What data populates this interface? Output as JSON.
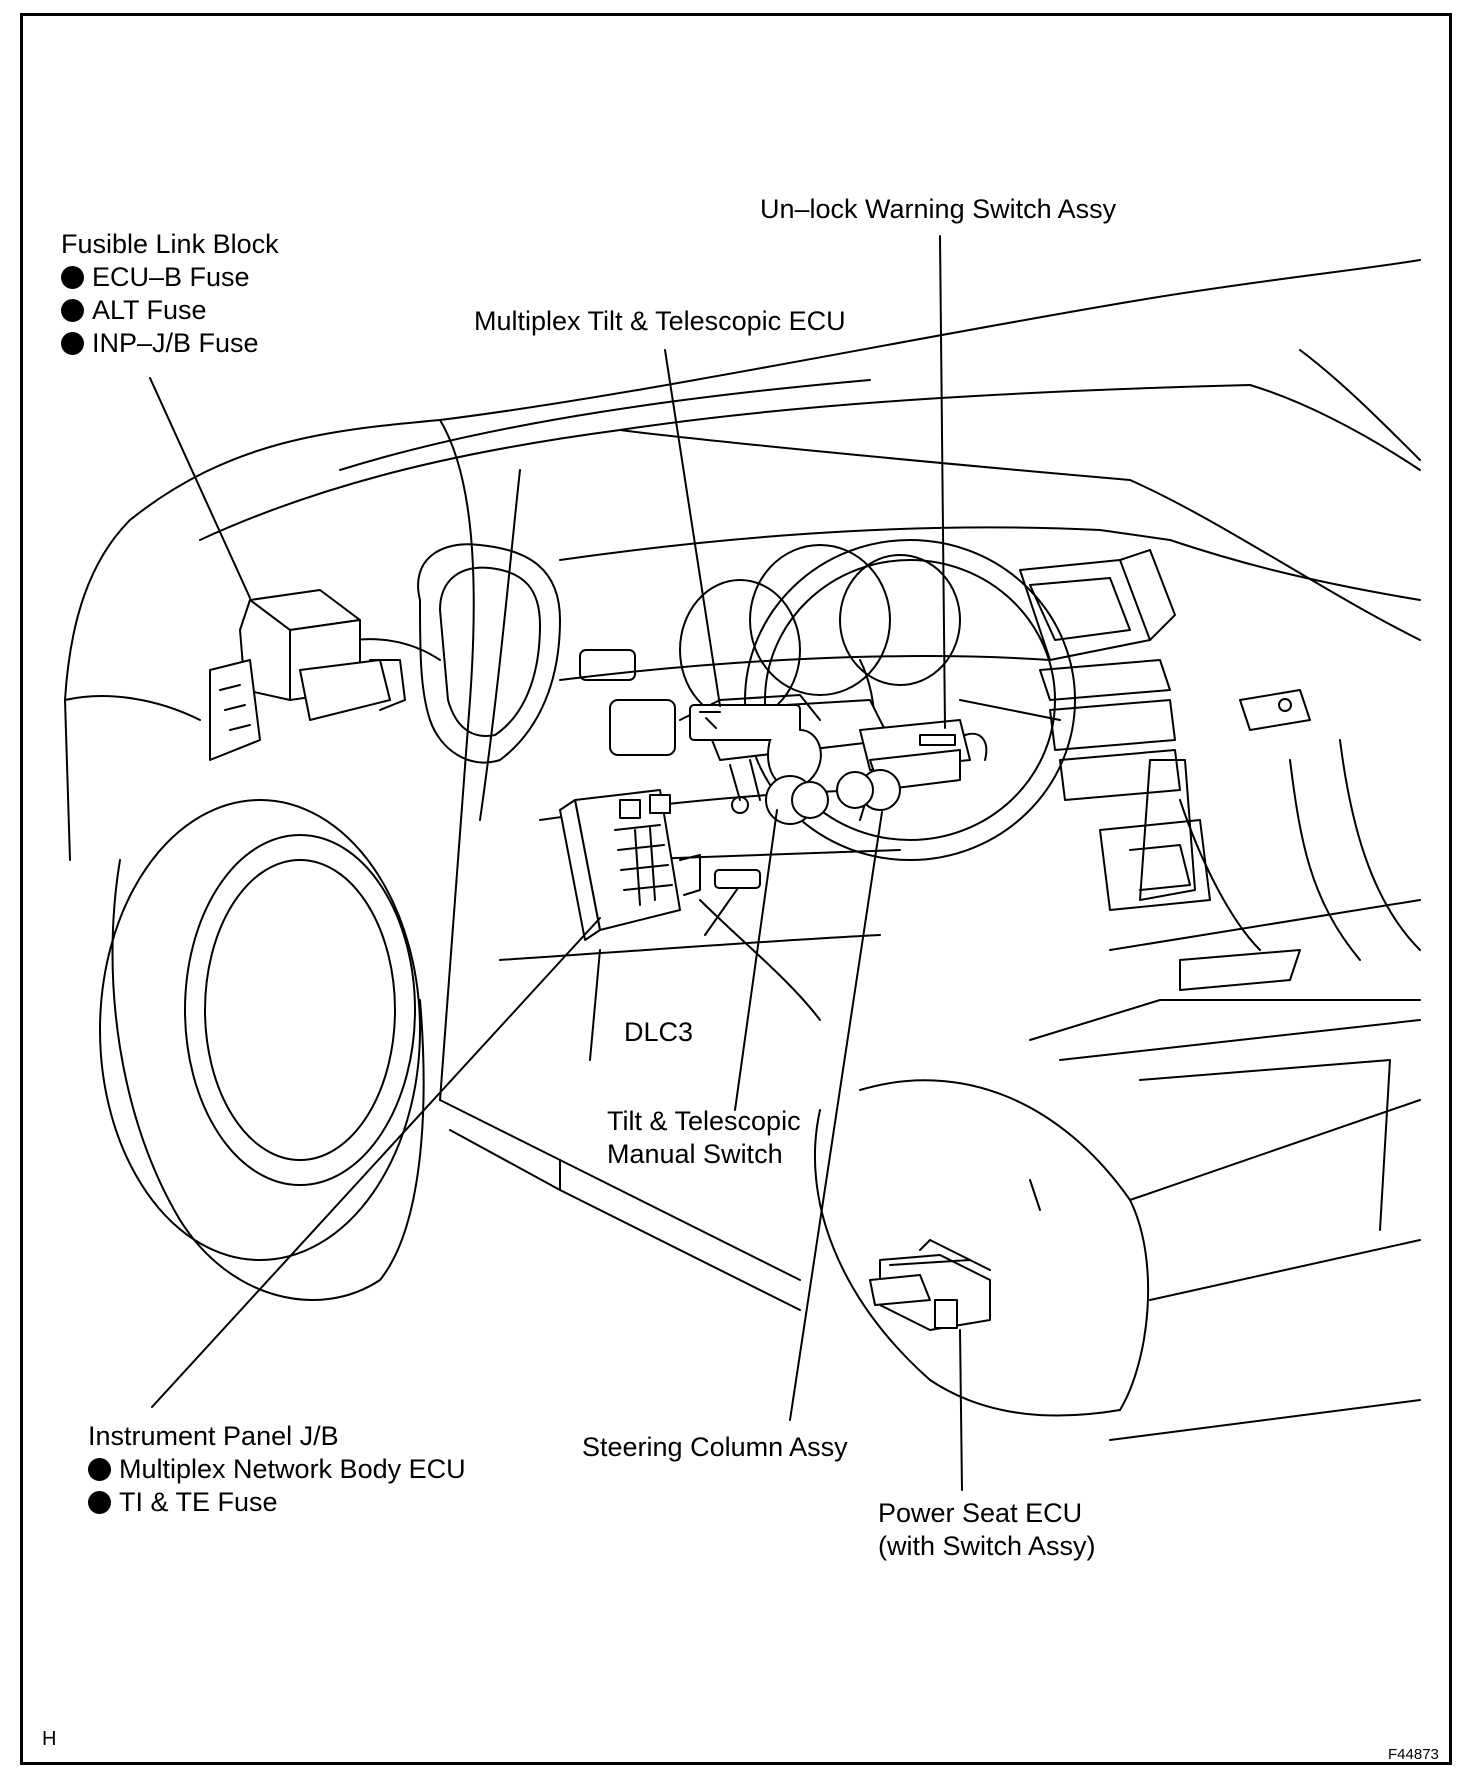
{
  "labels": {
    "fusible_link_block": {
      "title": "Fusible Link Block",
      "items": [
        "ECU–B Fuse",
        "ALT Fuse",
        "INP–J/B Fuse"
      ]
    },
    "unlock_warning_switch": "Un–lock Warning Switch Assy",
    "multiplex_tilt_ecu": "Multiplex Tilt & Telescopic ECU",
    "dlc3": "DLC3",
    "tilt_manual_switch": [
      "Tilt & Telescopic",
      "Manual Switch"
    ],
    "instrument_panel_jb": {
      "title": "Instrument Panel J/B",
      "items": [
        "Multiplex Network Body ECU",
        "TI & TE Fuse"
      ]
    },
    "steering_column": "Steering Column Assy",
    "power_seat_ecu": [
      "Power Seat ECU",
      "(with Switch Assy)"
    ]
  },
  "corner_mark": "H",
  "figure_id": "F44873"
}
